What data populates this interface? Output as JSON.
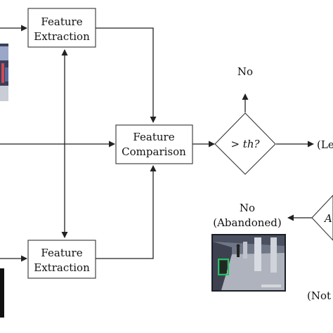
{
  "nodes": {
    "feature_extraction_top": {
      "line1": "Feature",
      "line2": "Extraction"
    },
    "feature_extraction_bottom": {
      "line1": "Feature",
      "line2": "Extraction"
    },
    "feature_comparison": {
      "line1": "Feature",
      "line2": "Comparison"
    },
    "threshold_decision": {
      "label": "> th?"
    },
    "right_decision_partial": {
      "label": "A"
    }
  },
  "labels": {
    "no_top": "No",
    "left_partial": "(Le",
    "no_abandoned_line1": "No",
    "no_abandoned_line2": "(Abandoned)",
    "not_partial": "(Not"
  },
  "colors": {
    "border": "#333333",
    "detection_box": "#22c55e"
  }
}
